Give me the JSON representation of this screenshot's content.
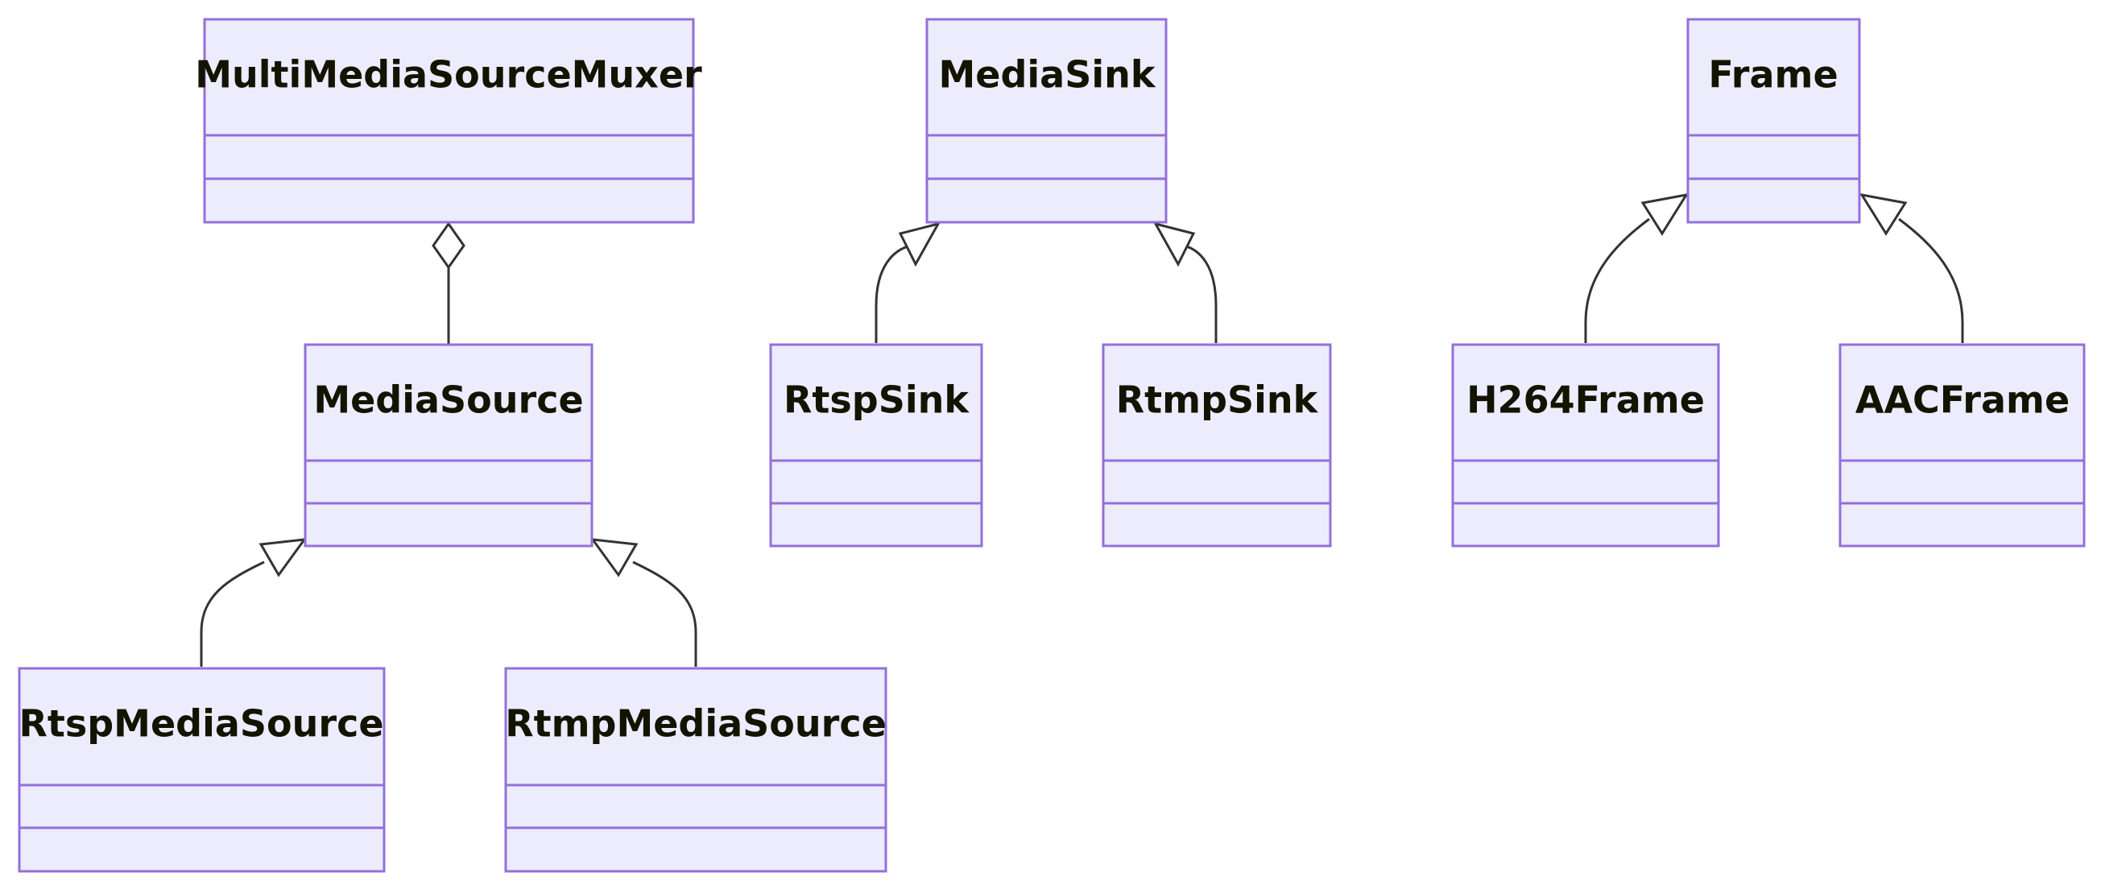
{
  "diagram": {
    "type": "uml-class-diagram",
    "classes": [
      {
        "id": "muxer",
        "name": "MultiMediaSourceMuxer"
      },
      {
        "id": "mediasource",
        "name": "MediaSource"
      },
      {
        "id": "rtspmediasource",
        "name": "RtspMediaSource"
      },
      {
        "id": "rtmpmediasource",
        "name": "RtmpMediaSource"
      },
      {
        "id": "mediasink",
        "name": "MediaSink"
      },
      {
        "id": "rtspsink",
        "name": "RtspSink"
      },
      {
        "id": "rtmpsink",
        "name": "RtmpSink"
      },
      {
        "id": "frame",
        "name": "Frame"
      },
      {
        "id": "h264frame",
        "name": "H264Frame"
      },
      {
        "id": "aacframe",
        "name": "AACFrame"
      }
    ],
    "relations": [
      {
        "from": "mediasource",
        "to": "muxer",
        "kind": "aggregation"
      },
      {
        "from": "rtspmediasource",
        "to": "mediasource",
        "kind": "inheritance"
      },
      {
        "from": "rtmpmediasource",
        "to": "mediasource",
        "kind": "inheritance"
      },
      {
        "from": "rtspsink",
        "to": "mediasink",
        "kind": "inheritance"
      },
      {
        "from": "rtmpsink",
        "to": "mediasink",
        "kind": "inheritance"
      },
      {
        "from": "h264frame",
        "to": "frame",
        "kind": "inheritance"
      },
      {
        "from": "aacframe",
        "to": "frame",
        "kind": "inheritance"
      }
    ]
  }
}
